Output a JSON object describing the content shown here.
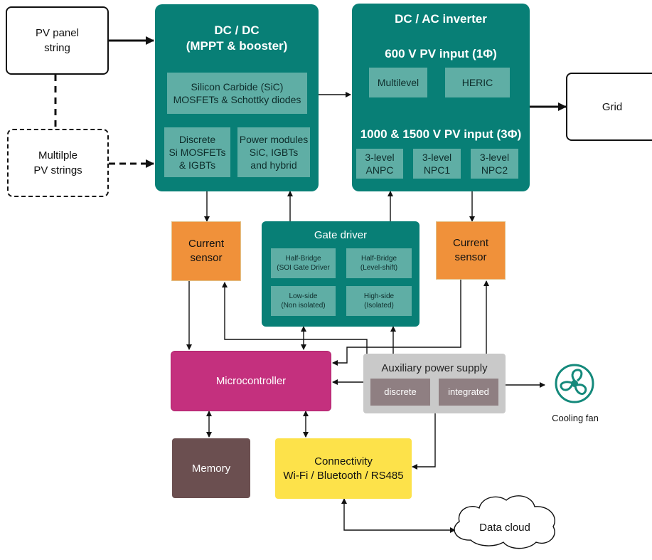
{
  "pv_panel": "PV panel\nstring",
  "pv_strings": "Multilple\nPV strings",
  "dcdc": {
    "title": "DC / DC\n(MPPT & booster)",
    "sic": "Silicon Carbide (SiC)\nMOSFETs & Schottky diodes",
    "discrete": "Discrete\nSi MOSFETs\n& IGBTs",
    "modules": "Power modules\nSiC, IGBTs\nand hybrid"
  },
  "inverter": {
    "title": "DC / AC inverter",
    "single_phase": "600 V PV input (1Φ)",
    "multilevel": "Multilevel",
    "heric": "HERIC",
    "three_phase": "1000 & 1500 V PV input (3Φ)",
    "anpc": "3-level\nANPC",
    "npc1": "3-level\nNPC1",
    "npc2": "3-level\nNPC2"
  },
  "grid": "Grid",
  "current_sensor_left": "Current\nsensor",
  "current_sensor_right": "Current\nsensor",
  "gate_driver": {
    "title": "Gate driver",
    "hb_soi": "Half-Bridge\n(SOI Gate Driver",
    "hb_level": "Half-Bridge\n(Level-shift)",
    "low_side": "Low-side\n(Non isolated)",
    "high_side": "High-side\n(Isolated)"
  },
  "microcontroller": "Microcontroller",
  "aux": {
    "title": "Auxiliary power supply",
    "discrete": "discrete",
    "integrated": "integrated"
  },
  "cooling_fan": "Cooling fan",
  "memory": "Memory",
  "connectivity": "Connectivity\nWi-Fi / Bluetooth / RS485",
  "data_cloud": "Data cloud",
  "colors": {
    "teal": "#087f76",
    "teal_sub": "#5faea5",
    "orange": "#f0913a",
    "magenta": "#c4307e",
    "grey": "#c9c9c9",
    "grey_sub": "#8f7f82",
    "brown": "#6b4f50",
    "yellow": "#fde24a"
  }
}
